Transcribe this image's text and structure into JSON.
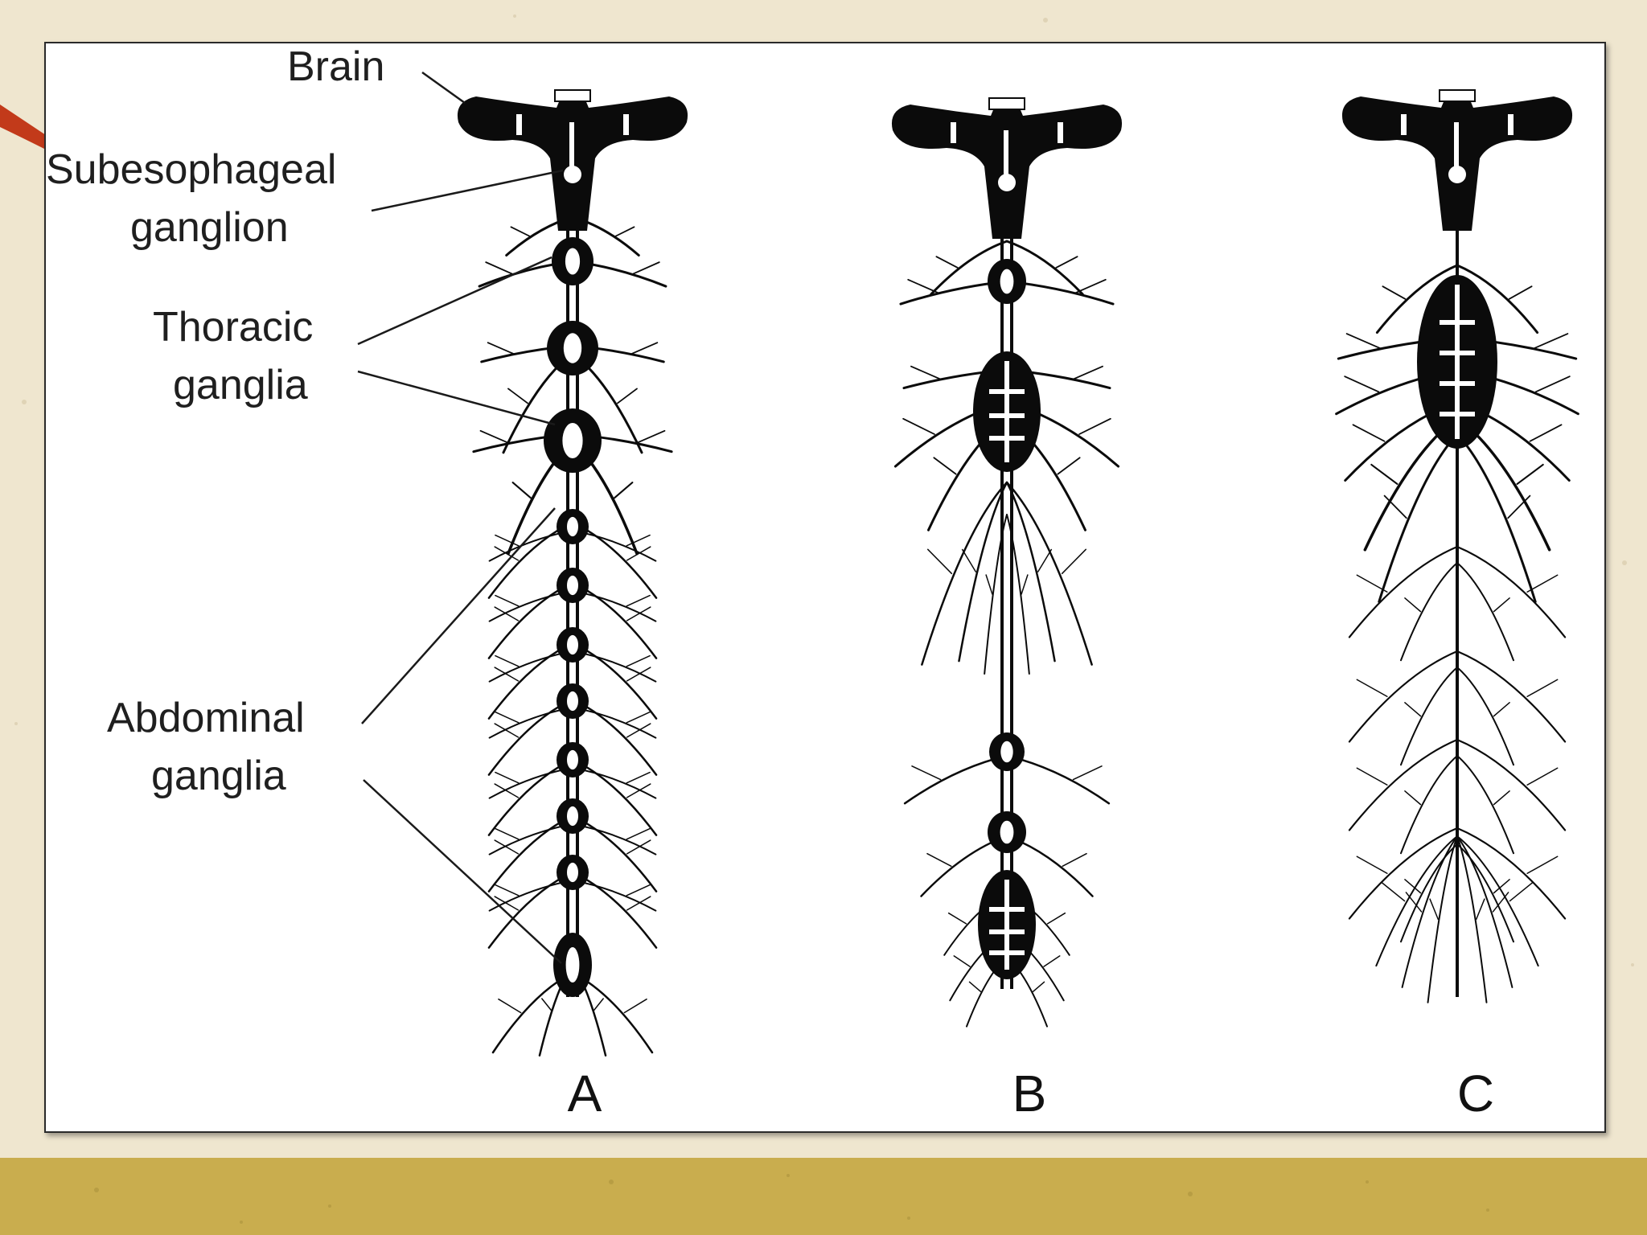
{
  "labels": {
    "brain": "Brain",
    "subesophageal_1": "Subesophageal",
    "subesophageal_2": "ganglion",
    "thoracic_1": "Thoracic",
    "thoracic_2": "ganglia",
    "abdominal_1": "Abdominal",
    "abdominal_2": "ganglia"
  },
  "panels": [
    "A",
    "B",
    "C"
  ],
  "colors": {
    "ink": "#0b0b0b",
    "panel": "#ffffff",
    "parchment": "#efe6cf",
    "band": "#c9ad4e"
  }
}
